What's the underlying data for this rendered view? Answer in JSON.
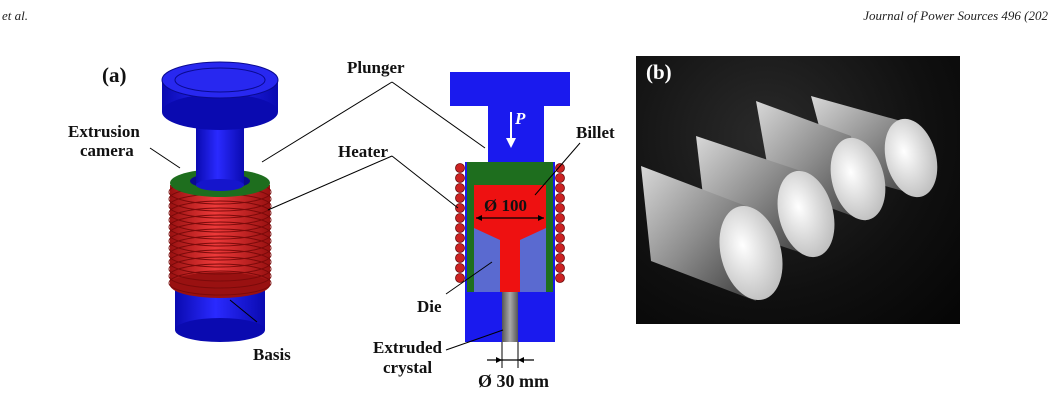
{
  "header": {
    "left": "et al.",
    "right": "Journal of Power Sources 496 (202"
  },
  "panel_a": {
    "label": "(a)",
    "plunger": "Plunger",
    "extrusion_camera_line1": "Extrusion",
    "extrusion_camera_line2": "camera",
    "heater": "Heater",
    "basis": "Basis",
    "die": "Die",
    "billet": "Billet",
    "pressure": "P",
    "billet_diameter": "Ø 100",
    "extruded_line1": "Extruded",
    "extruded_line2": "crystal",
    "output_diameter": "Ø 30 mm"
  },
  "panel_b": {
    "label": "(b)"
  },
  "colors": {
    "plunger_blue": "#1a1aee",
    "heater_red": "#cc2222",
    "camera_green": "#1e6e1e",
    "billet_red": "#ee1111",
    "die_blue": "#5a6ad0"
  }
}
